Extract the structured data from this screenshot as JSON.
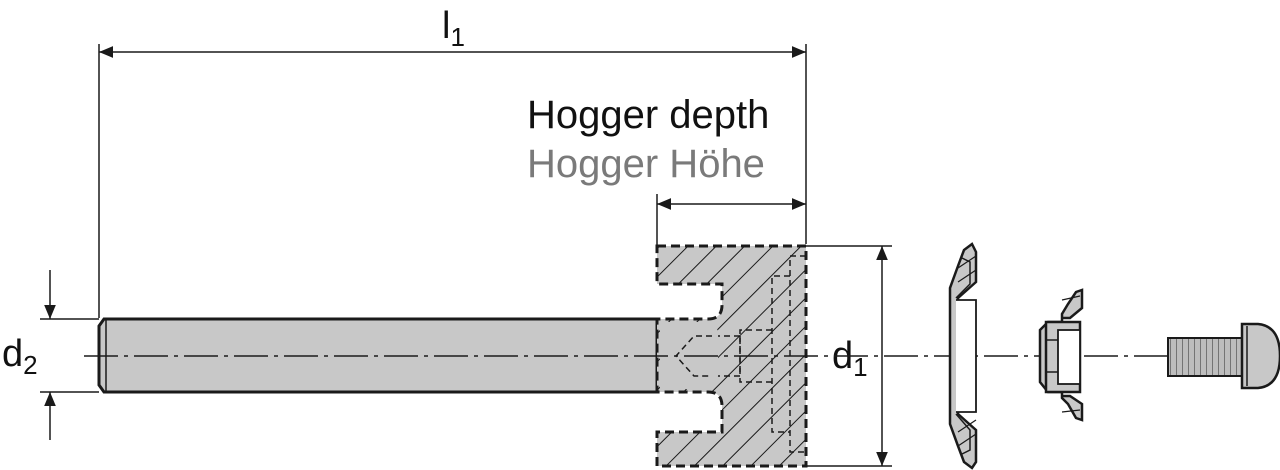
{
  "dimensions": {
    "l1": {
      "symbol": "l",
      "subscript": "1"
    },
    "d1": {
      "symbol": "d",
      "subscript": "1"
    },
    "d2": {
      "symbol": "d",
      "subscript": "2"
    }
  },
  "labels": {
    "hogger_depth": "Hogger depth",
    "hogger_hoehe": "Hogger Höhe"
  },
  "colors": {
    "line": "#1a1a1a",
    "fill": "#c8c8c8",
    "label_primary": "#111111",
    "label_secondary": "#7a7a7a"
  }
}
